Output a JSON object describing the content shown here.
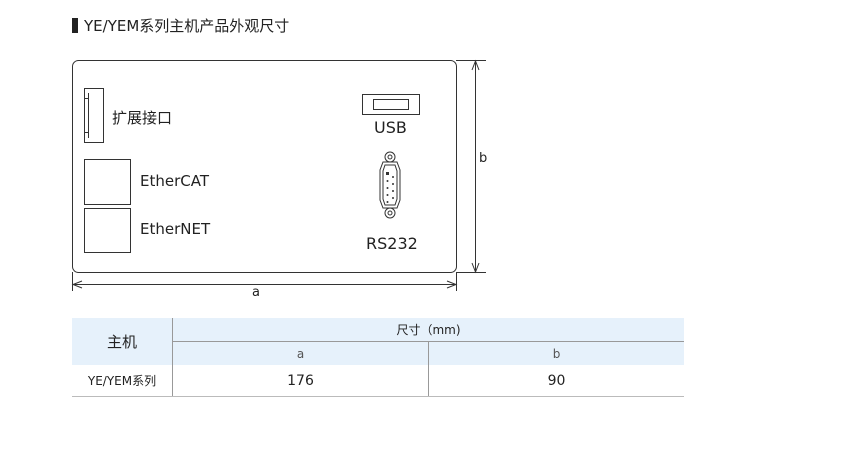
{
  "title": "YE/YEM系列主机产品外观尺寸",
  "diagram": {
    "expansion_port": "扩展接口",
    "ethercat": "EtherCAT",
    "ethernet": "EtherNET",
    "usb": "USB",
    "rs232": "RS232",
    "dim_a": "a",
    "dim_b": "b"
  },
  "table": {
    "host_header": "主机",
    "size_header": "尺寸（mm)",
    "col_a": "a",
    "col_b": "b",
    "rows": [
      {
        "model": "YE/YEM系列",
        "a": "176",
        "b": "90"
      }
    ]
  }
}
